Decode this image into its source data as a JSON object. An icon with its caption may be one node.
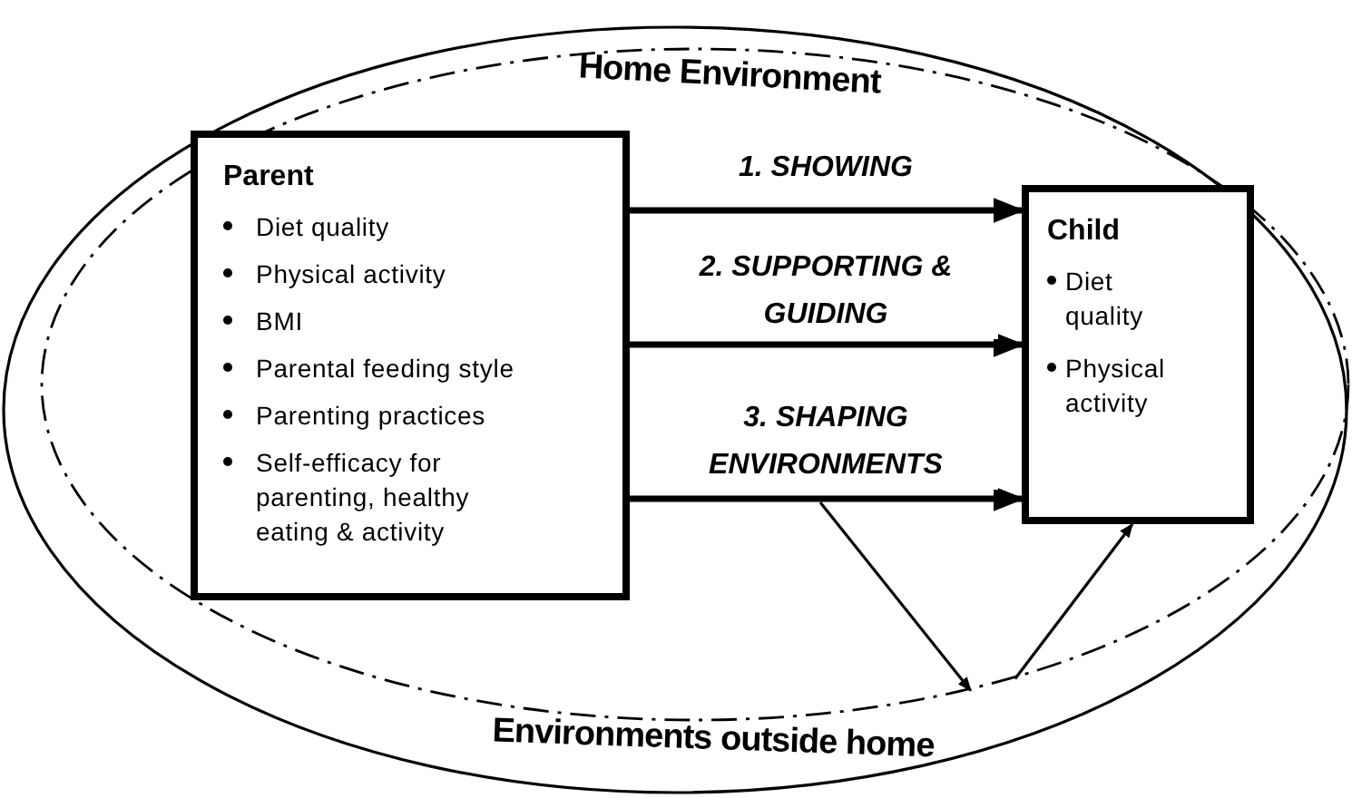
{
  "diagram": {
    "nodes": [
      {
        "text": [
          "Environments outside home"
        ]
      },
      {
        "text": [
          "Home Environment"
        ],
        "in": 0
      },
      {
        "text": [
          "Parent",
          "Diet quality",
          "Physical activity",
          "BMI",
          "Parental feeding style",
          "Parenting practices",
          "Self-efficacy for parenting, healthy eating & activity"
        ],
        "in": 1
      },
      {
        "text": [
          "Child",
          "Diet quality",
          "Physical activity"
        ],
        "in": 1
      }
    ],
    "edges": [
      {
        "from": 2,
        "to": 3,
        "arrow": "to",
        "label": "1. SHOWING"
      },
      {
        "from": 2,
        "to": 3,
        "arrow": "to",
        "label": "2. SUPPORTING & GUIDING"
      },
      {
        "from": 2,
        "to": 3,
        "arrow": "to",
        "label": "3. SHAPING ENVIRONMENTS"
      },
      {
        "from": null,
        "to": 1,
        "arrow": "to"
      },
      {
        "from": 1,
        "to": 3,
        "arrow": "to"
      }
    ]
  }
}
